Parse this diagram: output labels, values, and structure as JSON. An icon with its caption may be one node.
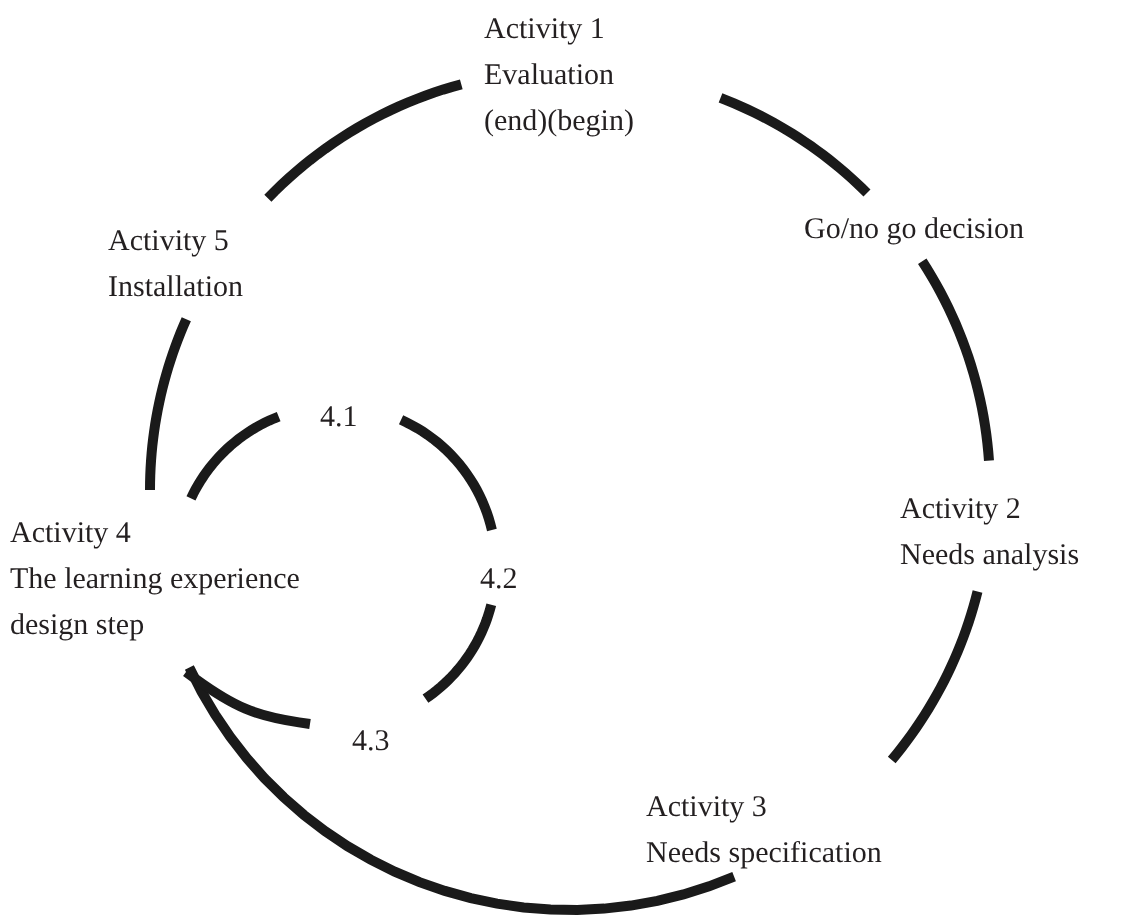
{
  "diagram": {
    "nodes": [
      {
        "text": [
          "Activity 1",
          "Evaluation (end)(begin)"
        ]
      },
      {
        "text": [
          "Go/no go decision"
        ]
      },
      {
        "text": [
          "Activity 2",
          "Needs analysis"
        ]
      },
      {
        "text": [
          "Activity 3",
          "Needs specification"
        ]
      },
      {
        "text": [
          "Activity 4",
          "The learning experience design step"
        ]
      },
      {
        "text": [
          "Activity 5",
          "Installation"
        ]
      },
      {
        "text": [
          "4.1"
        ]
      },
      {
        "text": [
          "4.2"
        ]
      },
      {
        "text": [
          "4.3"
        ]
      }
    ],
    "edges": [
      {
        "from": 0,
        "to": 1,
        "arrow": "none"
      },
      {
        "from": 1,
        "to": 2,
        "arrow": "none"
      },
      {
        "from": 2,
        "to": 3,
        "arrow": "none"
      },
      {
        "from": 3,
        "to": 4,
        "arrow": "none"
      },
      {
        "from": 4,
        "to": 5,
        "arrow": "none"
      },
      {
        "from": 5,
        "to": 0,
        "arrow": "none"
      },
      {
        "from": 4,
        "to": 6,
        "arrow": "none"
      },
      {
        "from": 6,
        "to": 7,
        "arrow": "none"
      },
      {
        "from": 7,
        "to": 8,
        "arrow": "none"
      },
      {
        "from": 8,
        "to": 4,
        "arrow": "none"
      }
    ]
  }
}
